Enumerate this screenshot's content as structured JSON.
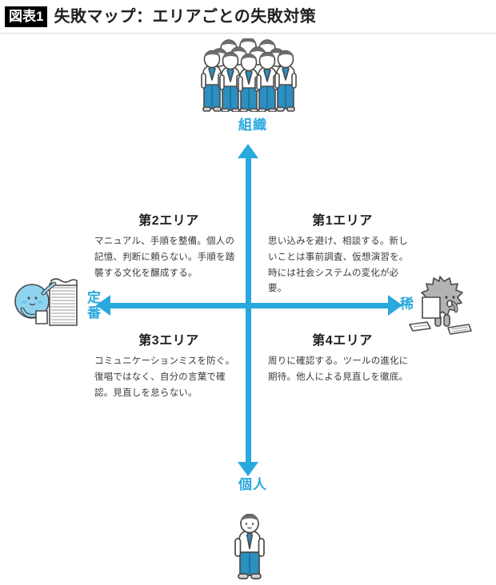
{
  "header": {
    "figure_badge": "図表1",
    "title": "失敗マップ：エリアごとの失敗対策"
  },
  "axes": {
    "color": "#29a8dd",
    "top_label": "組織",
    "bottom_label": "個人",
    "left_label": "定番",
    "right_label": "稀"
  },
  "quadrants": [
    {
      "id": "area-1",
      "heading": "第1エリア",
      "body": "思い込みを避け、相談する。新しいことは事前調査、仮想演習を。時には社会システムの変化が必要。",
      "position": "top-right"
    },
    {
      "id": "area-2",
      "heading": "第2エリア",
      "body": "マニュアル、手順を整備。個人の記憶、判断に頼らない。手順を踏襲する文化を醸成する。",
      "position": "top-left"
    },
    {
      "id": "area-3",
      "heading": "第3エリア",
      "body": "コミュニケーションミスを防ぐ。復唱ではなく、自分の言葉で確認。見直しを怠らない。",
      "position": "bottom-left"
    },
    {
      "id": "area-4",
      "heading": "第4エリア",
      "body": "周りに確認する。ツールの進化に期待。他人による見直しを徹底。",
      "position": "bottom-right"
    }
  ],
  "illustrations": {
    "crowd": "crowd-of-businesspeople-illustration",
    "person": "single-businessman-illustration",
    "blob": "blue-blob-character-with-paper-stack-illustration",
    "spiky": "gray-spiky-character-reading-papers-illustration"
  },
  "colors": {
    "accent": "#29a8dd",
    "accent_dark": "#1b8fc4",
    "text": "#231f20",
    "body_text": "#3a3a3a",
    "badge_bg": "#000000",
    "illus_blue": "#8fd3f0",
    "illus_blue_dark": "#2b8fc0",
    "illus_gray": "#b3b3b3",
    "outline": "#4a4a4a"
  }
}
